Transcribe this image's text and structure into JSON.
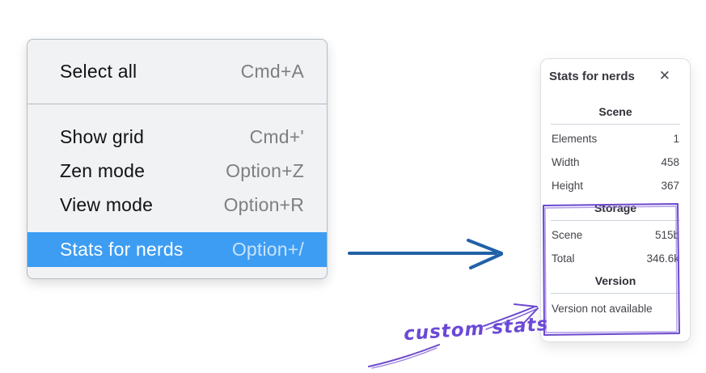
{
  "menu": {
    "highlight_color": "#3d9df3",
    "items": [
      {
        "label": "Select all",
        "shortcut": "Cmd+A",
        "highlighted": false
      },
      {
        "label": "Show grid",
        "shortcut": "Cmd+'",
        "highlighted": false
      },
      {
        "label": "Zen mode",
        "shortcut": "Option+Z",
        "highlighted": false
      },
      {
        "label": "View mode",
        "shortcut": "Option+R",
        "highlighted": false
      },
      {
        "label": "Stats for nerds",
        "shortcut": "Option+/",
        "highlighted": true
      }
    ]
  },
  "stats_panel": {
    "title": "Stats for nerds",
    "close_icon": "✕",
    "sections": [
      {
        "heading": "Scene",
        "rows": [
          {
            "label": "Elements",
            "value": "1"
          },
          {
            "label": "Width",
            "value": "458"
          },
          {
            "label": "Height",
            "value": "367"
          }
        ]
      },
      {
        "heading": "Storage",
        "rows": [
          {
            "label": "Scene",
            "value": "515b"
          },
          {
            "label": "Total",
            "value": "346.6k"
          }
        ]
      },
      {
        "heading": "Version",
        "note": "Version not available"
      }
    ]
  },
  "annotation": {
    "label": "custom stats",
    "color": "#6b48d6"
  },
  "flow_arrow": {
    "color": "#2161a8"
  }
}
